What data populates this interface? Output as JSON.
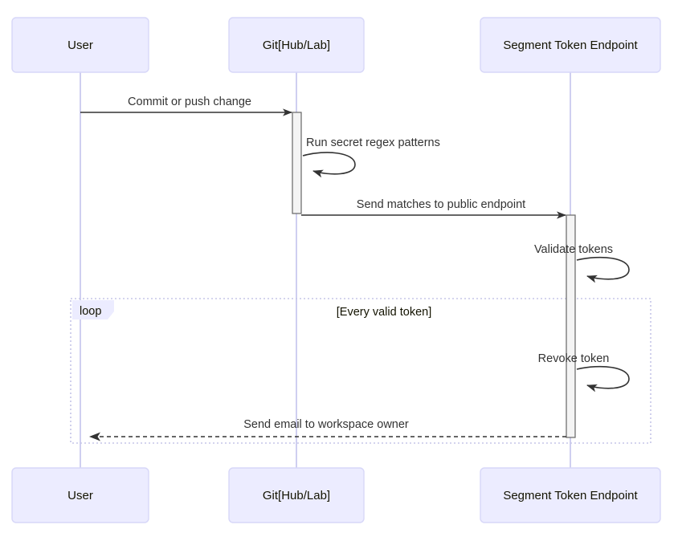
{
  "diagram": {
    "type": "sequence-diagram",
    "title": "",
    "background_color": "#ffffff",
    "participant_box_fill": "#ececff",
    "participant_box_stroke": "#d7d7f8",
    "lifeline_color": "#cfcff0",
    "activation_fill": "#f4f4f4",
    "activation_stroke": "#666666",
    "message_color": "#333333",
    "loop_box_stroke": "#c5c5e8"
  },
  "participants": [
    {
      "id": "user",
      "label": "User"
    },
    {
      "id": "git",
      "label": "Git[Hub/Lab]"
    },
    {
      "id": "segment",
      "label": "Segment Token Endpoint"
    }
  ],
  "messages": [
    {
      "id": "m1",
      "label": "Commit or push change",
      "from": "user",
      "to": "git",
      "kind": "solid-arrow",
      "direction": "right"
    },
    {
      "id": "m2",
      "label": "Run secret regex patterns",
      "from": "git",
      "to": "git",
      "kind": "self-loop",
      "direction": "self"
    },
    {
      "id": "m3",
      "label": "Send matches to public endpoint",
      "from": "git",
      "to": "segment",
      "kind": "solid-arrow",
      "direction": "right"
    },
    {
      "id": "m4",
      "label": "Validate tokens",
      "from": "segment",
      "to": "segment",
      "kind": "self-loop",
      "direction": "self"
    },
    {
      "id": "m5",
      "label": "Revoke token",
      "from": "segment",
      "to": "segment",
      "kind": "self-loop",
      "direction": "self"
    },
    {
      "id": "m6",
      "label": "Send email to workspace owner",
      "from": "segment",
      "to": "user",
      "kind": "dashed-arrow",
      "direction": "left"
    }
  ],
  "fragments": [
    {
      "id": "loop1",
      "tag": "loop",
      "condition": "[Every valid token]"
    }
  ]
}
